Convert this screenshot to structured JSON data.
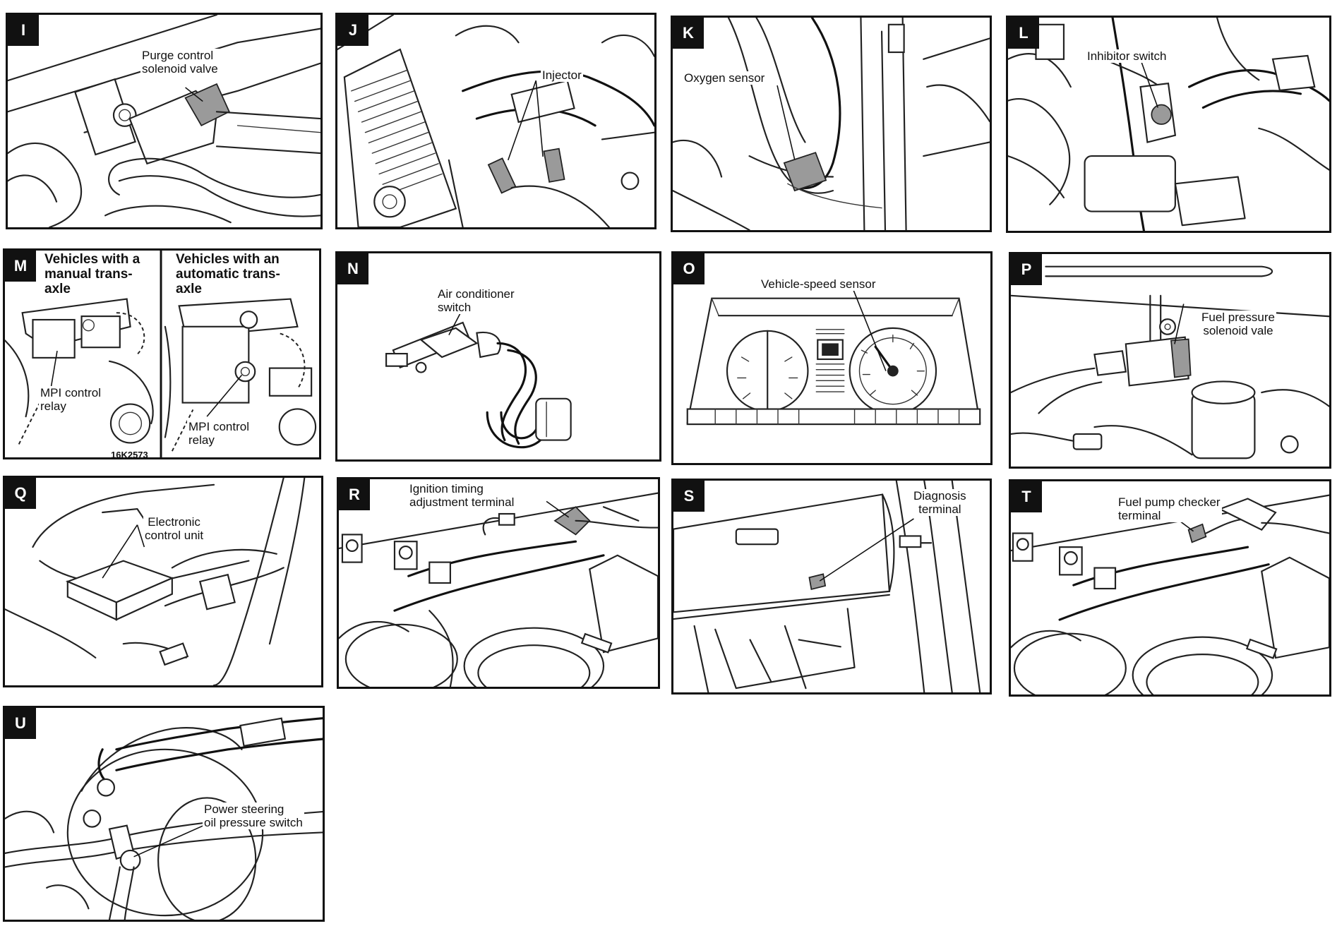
{
  "panels": [
    {
      "letter": "I",
      "labels": [
        "Purge control\nsolenoid valve"
      ]
    },
    {
      "letter": "J",
      "labels": [
        "Injector"
      ]
    },
    {
      "letter": "K",
      "labels": [
        "Oxygen sensor"
      ]
    },
    {
      "letter": "L",
      "labels": [
        "Inhibitor switch"
      ]
    },
    {
      "letter": "M",
      "manual_title": "Vehicles with a\nmanual trans-\naxle",
      "automatic_title": "Vehicles with an\nautomatic trans-\naxle",
      "labels": [
        "MPI control\nrelay",
        "MPI control\nrelay"
      ],
      "code": "16K2573"
    },
    {
      "letter": "N",
      "labels": [
        "Air conditioner\nswitch"
      ]
    },
    {
      "letter": "O",
      "labels": [
        "Vehicle-speed sensor"
      ]
    },
    {
      "letter": "P",
      "labels": [
        "Fuel pressure\nsolenoid vale"
      ]
    },
    {
      "letter": "Q",
      "labels": [
        "Electronic\ncontrol unit"
      ]
    },
    {
      "letter": "R",
      "labels": [
        "Ignition timing\nadjustment terminal"
      ]
    },
    {
      "letter": "S",
      "labels": [
        "Diagnosis\nterminal"
      ]
    },
    {
      "letter": "T",
      "labels": [
        "Fuel pump checker\nterminal"
      ]
    },
    {
      "letter": "U",
      "labels": [
        "Power steering\noil pressure switch"
      ]
    }
  ]
}
